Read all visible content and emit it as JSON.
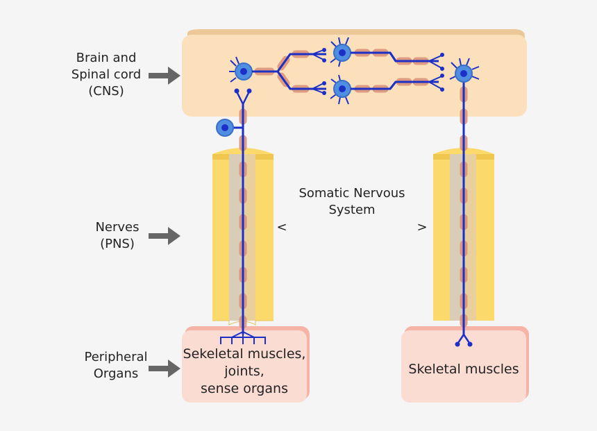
{
  "levels": [
    {
      "id": "cns",
      "label": "Brain and\nSpinal cord\n(CNS)"
    },
    {
      "id": "pns",
      "label": "Nerves\n(PNS)"
    },
    {
      "id": "organs",
      "label": "Peripheral\nOrgans"
    }
  ],
  "center_label": "Somatic Nervous\nSystem",
  "left_marker": "<",
  "right_marker": ">",
  "left_target": "Sekeletal muscles,\njoints,\nsense organs",
  "right_target": "Skeletal muscles",
  "colors": {
    "background": "#f5f5f5",
    "cns_box": "#fbe0bb",
    "organ_box": "#fbdcd3",
    "nerve_yellow": "#fbd96a",
    "nerve_shade": "#e9cf9c",
    "axon": "#1c2fc6",
    "myelin": "#d98f78",
    "soma": "#4f8ee0",
    "arrow": "#666666"
  }
}
